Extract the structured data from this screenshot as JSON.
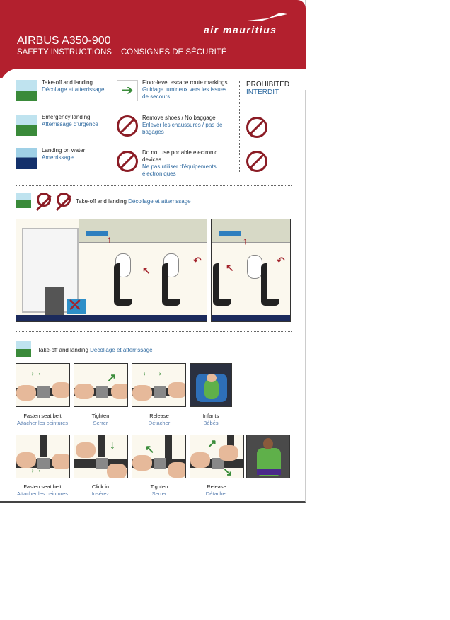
{
  "header": {
    "aircraft": "AIRBUS A350-900",
    "subtitle_en": "SAFETY INSTRUCTIONS",
    "subtitle_fr": "CONSIGNES DE SÉCURITÉ",
    "logo": "air mauritius"
  },
  "legend": [
    {
      "icon": "takeoff-landing-icon",
      "en": "Take-off and landing",
      "fr": "Décollage et atterrissage"
    },
    {
      "icon": "emergency-landing-icon",
      "en": "Emergency landing",
      "fr": "Atterrissage d'urgence"
    },
    {
      "icon": "water-landing-icon",
      "en": "Landing on water",
      "fr": "Amerrissage"
    },
    {
      "icon": "floor-arrow-icon",
      "en": "Floor-level escape route markings",
      "fr": "Guidage lumineux vers les issues de secours"
    },
    {
      "icon": "no-shoes-baggage-icon",
      "en": "Remove shoes / No baggage",
      "fr": "Enlever les chaussures / pas de bagages"
    },
    {
      "icon": "no-electronics-icon",
      "en": "Do not use portable electronic devices",
      "fr": "Ne pas utiliser d'équipements électroniques"
    }
  ],
  "prohibited": {
    "en": "PROHIBITED",
    "fr": "INTERDIT"
  },
  "section2": {
    "en": "Take-off and landing",
    "fr": "Décollage et atterrissage"
  },
  "section3": {
    "en": "Take-off and landing",
    "fr": "Décollage et atterrissage"
  },
  "row1": [
    {
      "en": "Fasten seat belt",
      "fr": "Attacher les ceintures"
    },
    {
      "en": "Tighten",
      "fr": "Serrer"
    },
    {
      "en": "Release",
      "fr": "Détacher"
    },
    {
      "en": "Infants",
      "fr": "Bébés"
    }
  ],
  "row2": [
    {
      "en": "Fasten seat belt",
      "fr": "Attacher les ceintures"
    },
    {
      "en": "Click in",
      "fr": "Insérez"
    },
    {
      "en": "Tighten",
      "fr": "Serrer"
    },
    {
      "en": "Release",
      "fr": "Détacher"
    }
  ],
  "colors": {
    "brand": "#b3202e",
    "french": "#2f6aa0",
    "green": "#3b8d3b"
  }
}
